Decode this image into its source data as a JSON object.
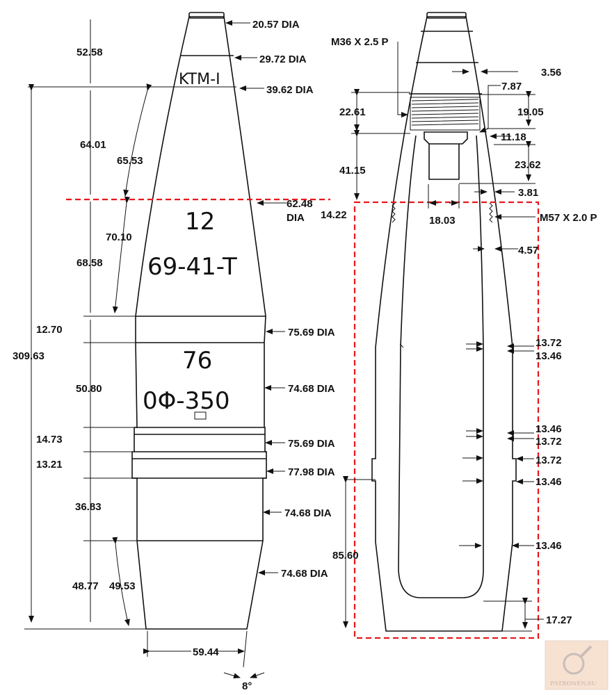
{
  "drawing": {
    "left_view": {
      "markings": {
        "top": "KTM-I",
        "line1": "12",
        "line2": "69-41-T",
        "line3": "76",
        "line4": "0Φ-350"
      },
      "dims": {
        "d1": "20.57 DIA",
        "d2": "29.72 DIA",
        "d3": "39.62 DIA",
        "d4": "62.48",
        "d4b": "DIA",
        "d5": "75.69 DIA",
        "d6": "74.68 DIA",
        "d7": "75.69 DIA",
        "d8": "77.98 DIA",
        "d9": "74.68 DIA",
        "d10": "74.68 DIA",
        "l1": "52.58",
        "l2": "64.01",
        "l3": "65.53",
        "l4": "70.10",
        "l5": "68.58",
        "l6": "12.70",
        "l7": "50.80",
        "l8": "14.73",
        "l9": "13.21",
        "l10": "36.83",
        "l11": "48.77",
        "l12": "49.53",
        "total": "309.63",
        "base": "59.44",
        "angle": "8°"
      }
    },
    "right_view": {
      "dims": {
        "thread_top": "M36 X 2.5 P",
        "thread_bottom": "M57 X 2.0 P",
        "r1": "3.56",
        "r2": "7.87",
        "r3": "19.05",
        "r4": "11.18",
        "r5": "23.62",
        "r6": "3.81",
        "r7": "4.57",
        "l1": "22.61",
        "l2": "41.15",
        "l3": "14.22",
        "c1": "18.03",
        "w1": "13.72",
        "w2": "13.46",
        "w3": "13.46",
        "w4": "13.72",
        "w5": "13.72",
        "w6": "13.46",
        "w7": "13.46",
        "h1": "85.60",
        "h2": "17.27"
      }
    },
    "watermark": "PATRONEN.SU",
    "colors": {
      "highlight": "#e8161b",
      "ink": "#111111"
    }
  }
}
